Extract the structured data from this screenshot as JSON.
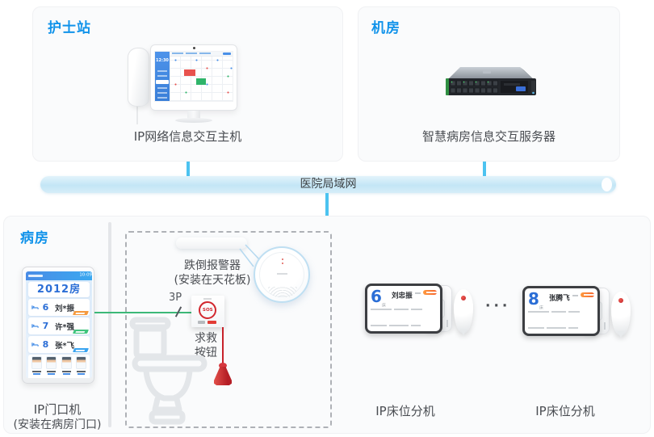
{
  "palette": {
    "accent_blue": "#1193ea",
    "connector_blue": "#4cc3f0",
    "lan_fill": "#cdeaf8",
    "wire_green": "#3cb878",
    "alarm_red": "#d2282f",
    "ribbon_orange": "#f59a3e",
    "ribbon_green": "#3fc47e",
    "ribbon_blue": "#3aa4f0",
    "bar_colors": [
      "#e8534e",
      "#f7a432",
      "#3dbb68",
      "#2cb0e8",
      "#1fb9a9",
      "#f7a432"
    ]
  },
  "nurse_station": {
    "title": "护士站",
    "caption": "IP网络信息交互主机",
    "monitor_clock": "12:30"
  },
  "machine_room": {
    "title": "机房",
    "caption": "智慧病房信息交互服务器"
  },
  "lan": {
    "label": "医院局域网"
  },
  "ward": {
    "title": "病房",
    "door_phone": {
      "time": "10:09",
      "room": "2012房",
      "beds": [
        {
          "no": "6",
          "name": "刘*振"
        },
        {
          "no": "7",
          "name": "许*强"
        },
        {
          "no": "8",
          "name": "张*飞"
        }
      ],
      "caption_line1": "IP门口机",
      "caption_line2": "(安装在病房门口)"
    },
    "bathroom": {
      "alarm_caption_line1": "跌倒报警器",
      "alarm_caption_line2": "(安装在天花板)",
      "wire_label": "3P",
      "sos": "SOS",
      "button_caption_line1": "求救",
      "button_caption_line2": "按钮"
    },
    "terminals": [
      {
        "bed_no": "6",
        "patient": "刘忠振",
        "caption": "IP床位分机"
      },
      {
        "bed_no": "8",
        "patient": "张腾飞",
        "caption": "IP床位分机"
      }
    ],
    "ellipsis": "···"
  }
}
